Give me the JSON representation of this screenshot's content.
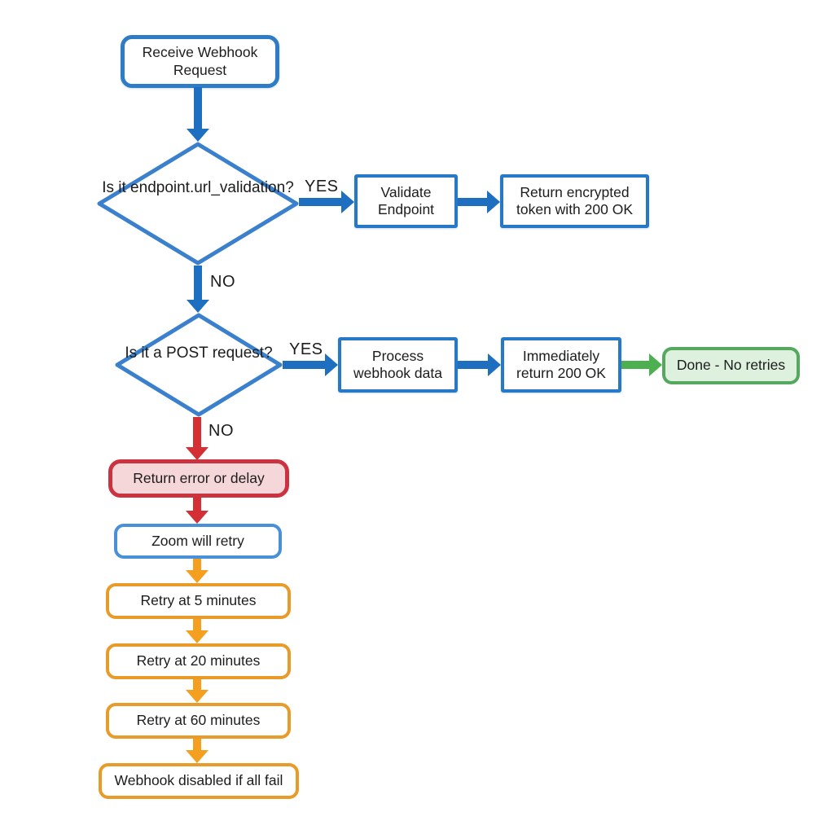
{
  "flowchart": {
    "nodes": {
      "receive": {
        "label": "Receive Webhook Request"
      },
      "check_url_validation": {
        "label": "Is it endpoint.url_validation?"
      },
      "validate_endpoint": {
        "label": "Validate Endpoint"
      },
      "return_token": {
        "label": "Return encrypted token with 200 OK"
      },
      "check_post": {
        "label": "Is it a POST request?"
      },
      "process_webhook": {
        "label": "Process webhook data"
      },
      "return_200": {
        "label": "Immediately return 200 OK"
      },
      "done": {
        "label": "Done - No retries"
      },
      "return_error": {
        "label": "Return error or delay"
      },
      "zoom_retry": {
        "label": "Zoom will retry"
      },
      "retry_5": {
        "label": "Retry at 5 minutes"
      },
      "retry_20": {
        "label": "Retry at 20 minutes"
      },
      "retry_60": {
        "label": "Retry at 60 minutes"
      },
      "webhook_disabled": {
        "label": "Webhook disabled if all fail"
      }
    },
    "edge_labels": {
      "validation_yes": "YES",
      "validation_no": "NO",
      "post_yes": "YES",
      "post_no": "NO"
    },
    "colors": {
      "blue_box_border": "#2878c8",
      "blue_arrow": "#1e6fc0",
      "diamond_border": "#3a80cd",
      "light_blue_border": "#4a90d8",
      "red_border": "#cb3340",
      "red_fill": "#f6d7d9",
      "red_arrow": "#d32f35",
      "green_border": "#55a85e",
      "green_fill": "#def0de",
      "green_arrow": "#4caf50",
      "orange_border": "#e89b28",
      "orange_arrow": "#f49f1f",
      "text": "#1c1c1c",
      "background": "#ffffff"
    }
  }
}
